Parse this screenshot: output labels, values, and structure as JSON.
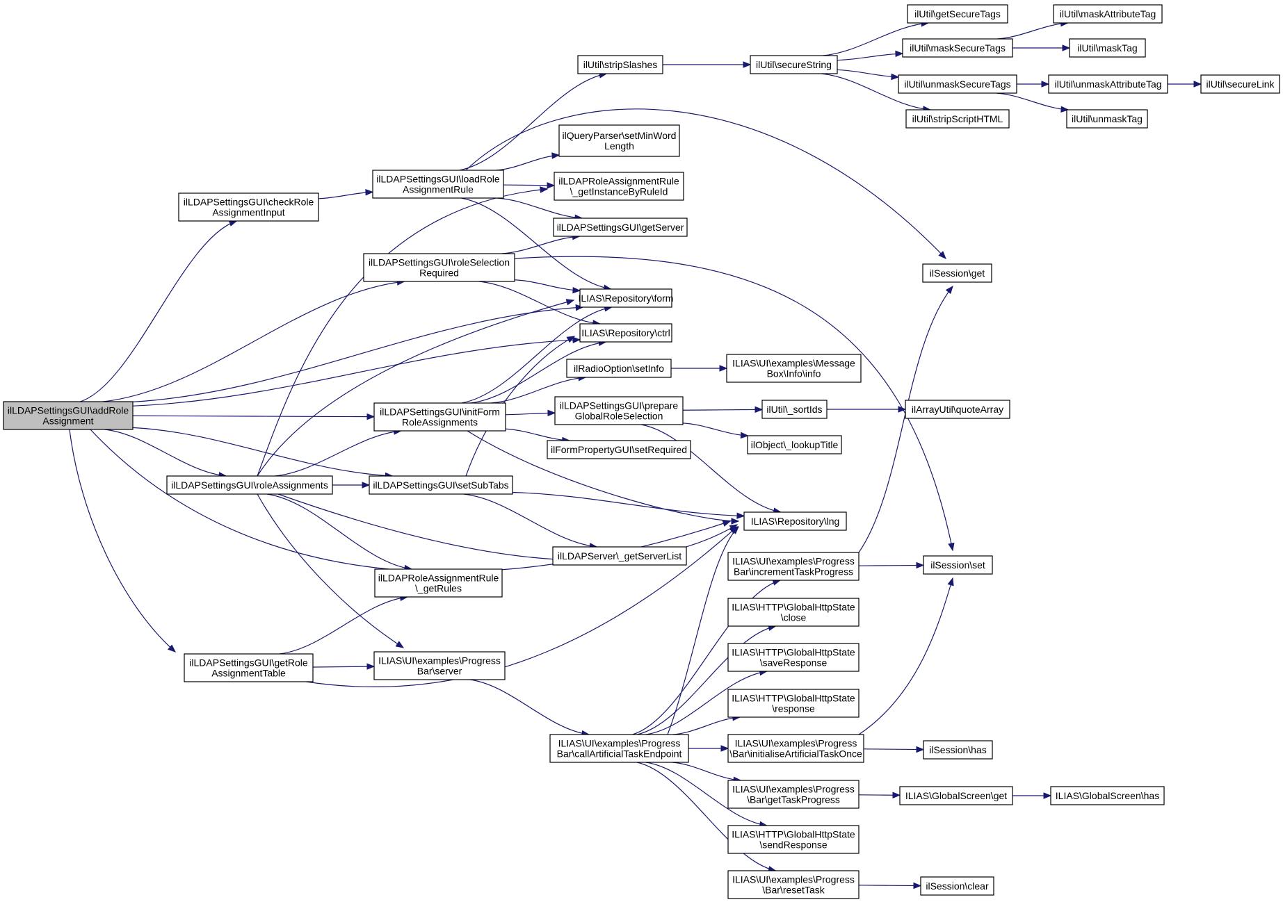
{
  "nodes": [
    {
      "id": "addRole",
      "lines": [
        "ilLDAPSettingsGUI\\addRole",
        "Assignment"
      ],
      "root": true
    },
    {
      "id": "checkRole",
      "lines": [
        "ilLDAPSettingsGUI\\checkRole",
        "AssignmentInput"
      ]
    },
    {
      "id": "loadRole",
      "lines": [
        "ilLDAPSettingsGUI\\loadRole",
        "AssignmentRule"
      ]
    },
    {
      "id": "roleSel",
      "lines": [
        "ilLDAPSettingsGUI\\roleSelection",
        "Required"
      ]
    },
    {
      "id": "initForm",
      "lines": [
        "ilLDAPSettingsGUI\\initForm",
        "RoleAssignments"
      ]
    },
    {
      "id": "roleAssign",
      "lines": [
        "ilLDAPSettingsGUI\\roleAssignments"
      ]
    },
    {
      "id": "setSubTabs",
      "lines": [
        "ilLDAPSettingsGUI\\setSubTabs"
      ]
    },
    {
      "id": "getRules",
      "lines": [
        "ilLDAPRoleAssignmentRule",
        "\\_getRules"
      ]
    },
    {
      "id": "getRoleTable",
      "lines": [
        "ilLDAPSettingsGUI\\getRole",
        "AssignmentTable"
      ]
    },
    {
      "id": "pbServer",
      "lines": [
        "ILIAS\\UI\\examples\\Progress",
        "Bar\\server"
      ]
    },
    {
      "id": "stripSlashes",
      "lines": [
        "ilUtil\\stripSlashes"
      ]
    },
    {
      "id": "setMinWord",
      "lines": [
        "ilQueryParser\\setMinWord",
        "Length"
      ]
    },
    {
      "id": "getInstance",
      "lines": [
        "ilLDAPRoleAssignmentRule",
        "\\_getInstanceByRuleId"
      ]
    },
    {
      "id": "getServer",
      "lines": [
        "ilLDAPSettingsGUI\\getServer"
      ]
    },
    {
      "id": "form",
      "lines": [
        "ILIAS\\Repository\\form"
      ]
    },
    {
      "id": "ctrl",
      "lines": [
        "ILIAS\\Repository\\ctrl"
      ]
    },
    {
      "id": "setInfo",
      "lines": [
        "ilRadioOption\\setInfo"
      ]
    },
    {
      "id": "prepareGlobal",
      "lines": [
        "ilLDAPSettingsGUI\\prepare",
        "GlobalRoleSelection"
      ]
    },
    {
      "id": "setRequired",
      "lines": [
        "ilFormPropertyGUI\\setRequired"
      ]
    },
    {
      "id": "lng",
      "lines": [
        "ILIAS\\Repository\\lng"
      ]
    },
    {
      "id": "getServerList",
      "lines": [
        "ilLDAPServer\\_getServerList"
      ]
    },
    {
      "id": "callArtificial",
      "lines": [
        "ILIAS\\UI\\examples\\Progress",
        "Bar\\callArtificialTaskEndpoint"
      ]
    },
    {
      "id": "secureString",
      "lines": [
        "ilUtil\\secureString"
      ]
    },
    {
      "id": "msgInfo",
      "lines": [
        "ILIAS\\UI\\examples\\Message",
        "Box\\Info\\info"
      ]
    },
    {
      "id": "sortIds",
      "lines": [
        "ilUtil\\_sortIds"
      ]
    },
    {
      "id": "lookupTitle",
      "lines": [
        "ilObject\\_lookupTitle"
      ]
    },
    {
      "id": "incTask",
      "lines": [
        "ILIAS\\UI\\examples\\Progress",
        "Bar\\incrementTaskProgress"
      ]
    },
    {
      "id": "httpClose",
      "lines": [
        "ILIAS\\HTTP\\GlobalHttpState",
        "\\close"
      ]
    },
    {
      "id": "httpSave",
      "lines": [
        "ILIAS\\HTTP\\GlobalHttpState",
        "\\saveResponse"
      ]
    },
    {
      "id": "httpResponse",
      "lines": [
        "ILIAS\\HTTP\\GlobalHttpState",
        "\\response"
      ]
    },
    {
      "id": "initOnce",
      "lines": [
        "ILIAS\\UI\\examples\\Progress",
        "\\Bar\\initialiseArtificialTaskOnce"
      ]
    },
    {
      "id": "getTaskProg",
      "lines": [
        "ILIAS\\UI\\examples\\Progress",
        "\\Bar\\getTaskProgress"
      ]
    },
    {
      "id": "httpSend",
      "lines": [
        "ILIAS\\HTTP\\GlobalHttpState",
        "\\sendResponse"
      ]
    },
    {
      "id": "resetTask",
      "lines": [
        "ILIAS\\UI\\examples\\Progress",
        "\\Bar\\resetTask"
      ]
    },
    {
      "id": "getSecureTags",
      "lines": [
        "ilUtil\\getSecureTags"
      ]
    },
    {
      "id": "maskSecureTags",
      "lines": [
        "ilUtil\\maskSecureTags"
      ]
    },
    {
      "id": "unmaskSecureTags",
      "lines": [
        "ilUtil\\unmaskSecureTags"
      ]
    },
    {
      "id": "stripScript",
      "lines": [
        "ilUtil\\stripScriptHTML"
      ]
    },
    {
      "id": "sessGet",
      "lines": [
        "ilSession\\get"
      ]
    },
    {
      "id": "quoteArray",
      "lines": [
        "ilArrayUtil\\quoteArray"
      ]
    },
    {
      "id": "sessSet",
      "lines": [
        "ilSession\\set"
      ]
    },
    {
      "id": "sessHas",
      "lines": [
        "ilSession\\has"
      ]
    },
    {
      "id": "gsGet",
      "lines": [
        "ILIAS\\GlobalScreen\\get"
      ]
    },
    {
      "id": "sessClear",
      "lines": [
        "ilSession\\clear"
      ]
    },
    {
      "id": "maskAttr",
      "lines": [
        "ilUtil\\maskAttributeTag"
      ]
    },
    {
      "id": "maskTag",
      "lines": [
        "ilUtil\\maskTag"
      ]
    },
    {
      "id": "unmaskAttr",
      "lines": [
        "ilUtil\\unmaskAttributeTag"
      ]
    },
    {
      "id": "unmaskTag",
      "lines": [
        "ilUtil\\unmaskTag"
      ]
    },
    {
      "id": "gsHas",
      "lines": [
        "ILIAS\\GlobalScreen\\has"
      ]
    },
    {
      "id": "secureLink",
      "lines": [
        "ilUtil\\secureLink"
      ]
    }
  ],
  "edges": [
    [
      "addRole",
      "checkRole"
    ],
    [
      "addRole",
      "roleSel"
    ],
    [
      "addRole",
      "form"
    ],
    [
      "addRole",
      "ctrl"
    ],
    [
      "addRole",
      "initForm"
    ],
    [
      "addRole",
      "roleAssign"
    ],
    [
      "addRole",
      "setSubTabs"
    ],
    [
      "addRole",
      "getRoleTable"
    ],
    [
      "addRole",
      "lng"
    ],
    [
      "checkRole",
      "loadRole"
    ],
    [
      "loadRole",
      "stripSlashes"
    ],
    [
      "loadRole",
      "setMinWord"
    ],
    [
      "loadRole",
      "getInstance"
    ],
    [
      "loadRole",
      "getServer"
    ],
    [
      "loadRole",
      "form"
    ],
    [
      "loadRole",
      "sessGet"
    ],
    [
      "stripSlashes",
      "secureString"
    ],
    [
      "secureString",
      "getSecureTags"
    ],
    [
      "secureString",
      "maskSecureTags"
    ],
    [
      "secureString",
      "unmaskSecureTags"
    ],
    [
      "secureString",
      "stripScript"
    ],
    [
      "maskSecureTags",
      "maskAttr"
    ],
    [
      "maskSecureTags",
      "maskTag"
    ],
    [
      "unmaskSecureTags",
      "unmaskAttr"
    ],
    [
      "unmaskSecureTags",
      "unmaskTag"
    ],
    [
      "unmaskAttr",
      "secureLink"
    ],
    [
      "roleSel",
      "getServer"
    ],
    [
      "roleSel",
      "form"
    ],
    [
      "roleSel",
      "ctrl"
    ],
    [
      "roleSel",
      "sessSet"
    ],
    [
      "initForm",
      "form"
    ],
    [
      "initForm",
      "ctrl"
    ],
    [
      "initForm",
      "setInfo"
    ],
    [
      "initForm",
      "prepareGlobal"
    ],
    [
      "initForm",
      "setRequired"
    ],
    [
      "initForm",
      "lng"
    ],
    [
      "setInfo",
      "msgInfo"
    ],
    [
      "prepareGlobal",
      "sortIds"
    ],
    [
      "prepareGlobal",
      "lookupTitle"
    ],
    [
      "prepareGlobal",
      "lng"
    ],
    [
      "sortIds",
      "quoteArray"
    ],
    [
      "roleAssign",
      "getInstance"
    ],
    [
      "roleAssign",
      "form"
    ],
    [
      "roleAssign",
      "initForm"
    ],
    [
      "roleAssign",
      "setSubTabs"
    ],
    [
      "roleAssign",
      "getRules"
    ],
    [
      "roleAssign",
      "pbServer"
    ],
    [
      "roleAssign",
      "lng"
    ],
    [
      "setSubTabs",
      "ctrl"
    ],
    [
      "setSubTabs",
      "lng"
    ],
    [
      "setSubTabs",
      "getServerList"
    ],
    [
      "getRoleTable",
      "getRules"
    ],
    [
      "getRoleTable",
      "pbServer"
    ],
    [
      "getRoleTable",
      "lng"
    ],
    [
      "pbServer",
      "callArtificial"
    ],
    [
      "callArtificial",
      "lng"
    ],
    [
      "callArtificial",
      "incTask"
    ],
    [
      "callArtificial",
      "httpClose"
    ],
    [
      "callArtificial",
      "httpSave"
    ],
    [
      "callArtificial",
      "httpResponse"
    ],
    [
      "callArtificial",
      "initOnce"
    ],
    [
      "callArtificial",
      "getTaskProg"
    ],
    [
      "callArtificial",
      "httpSend"
    ],
    [
      "callArtificial",
      "resetTask"
    ],
    [
      "incTask",
      "sessGet"
    ],
    [
      "incTask",
      "sessSet"
    ],
    [
      "initOnce",
      "sessSet"
    ],
    [
      "initOnce",
      "sessHas"
    ],
    [
      "getTaskProg",
      "gsGet"
    ],
    [
      "gsGet",
      "gsHas"
    ],
    [
      "resetTask",
      "sessClear"
    ]
  ]
}
